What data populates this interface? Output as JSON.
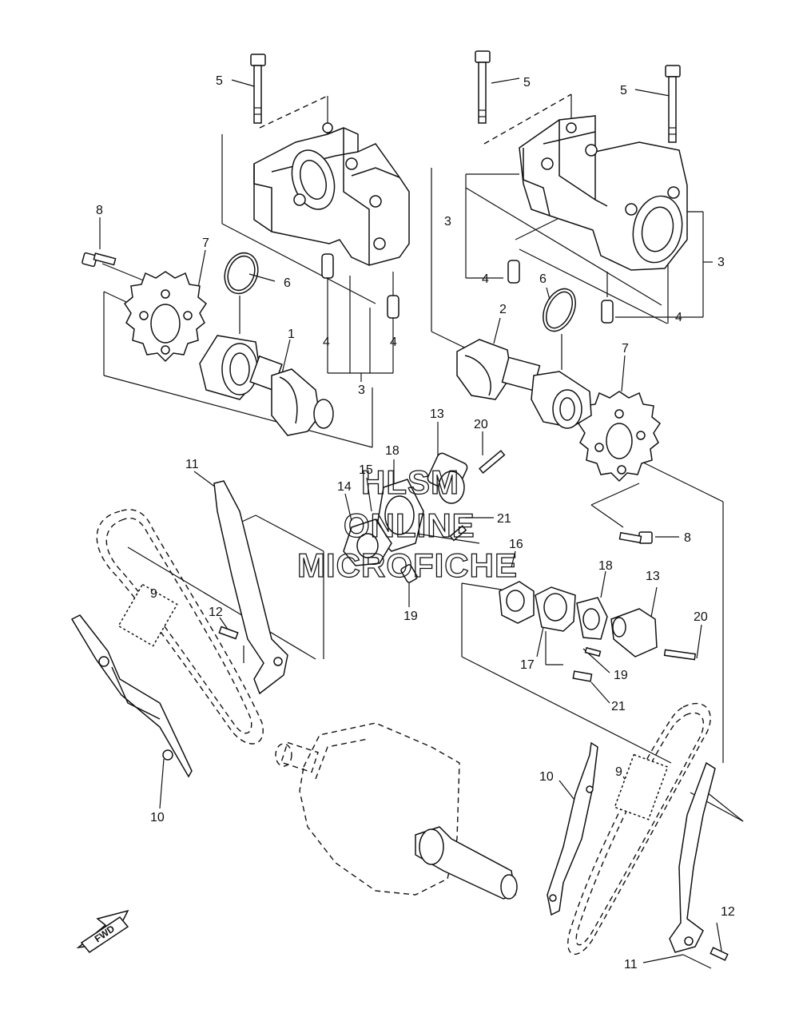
{
  "watermark": {
    "line1": "HLSM",
    "line2": "ONLINE",
    "line3": "MICROFICHE"
  },
  "direction_label": "FWD",
  "callouts": [
    {
      "name": "callout-5-left",
      "text": "5"
    },
    {
      "name": "callout-5-center",
      "text": "5"
    },
    {
      "name": "callout-5-right",
      "text": "5"
    },
    {
      "name": "callout-8-left",
      "text": "8"
    },
    {
      "name": "callout-7-left",
      "text": "7"
    },
    {
      "name": "callout-6-left",
      "text": "6"
    },
    {
      "name": "callout-1",
      "text": "1"
    },
    {
      "name": "callout-4-left-a",
      "text": "4"
    },
    {
      "name": "callout-4-left-b",
      "text": "4"
    },
    {
      "name": "callout-3-left",
      "text": "3"
    },
    {
      "name": "callout-3-right-a",
      "text": "3"
    },
    {
      "name": "callout-3-right-b",
      "text": "3"
    },
    {
      "name": "callout-4-right-a",
      "text": "4"
    },
    {
      "name": "callout-4-right-b",
      "text": "4"
    },
    {
      "name": "callout-6-right",
      "text": "6"
    },
    {
      "name": "callout-2",
      "text": "2"
    },
    {
      "name": "callout-7-right",
      "text": "7"
    },
    {
      "name": "callout-13-center",
      "text": "13"
    },
    {
      "name": "callout-20-center",
      "text": "20"
    },
    {
      "name": "callout-18-center",
      "text": "18"
    },
    {
      "name": "callout-15",
      "text": "15"
    },
    {
      "name": "callout-14",
      "text": "14"
    },
    {
      "name": "callout-21-center",
      "text": "21"
    },
    {
      "name": "callout-16",
      "text": "16"
    },
    {
      "name": "callout-19-center",
      "text": "19"
    },
    {
      "name": "callout-8-right",
      "text": "8"
    },
    {
      "name": "callout-11-left",
      "text": "11"
    },
    {
      "name": "callout-9-left",
      "text": "9"
    },
    {
      "name": "callout-12-left",
      "text": "12"
    },
    {
      "name": "callout-10-left",
      "text": "10"
    },
    {
      "name": "callout-18-right",
      "text": "18"
    },
    {
      "name": "callout-13-right",
      "text": "13"
    },
    {
      "name": "callout-20-right",
      "text": "20"
    },
    {
      "name": "callout-17",
      "text": "17"
    },
    {
      "name": "callout-19-right",
      "text": "19"
    },
    {
      "name": "callout-21-right",
      "text": "21"
    },
    {
      "name": "callout-10-right",
      "text": "10"
    },
    {
      "name": "callout-9-right",
      "text": "9"
    },
    {
      "name": "callout-12-right",
      "text": "12"
    },
    {
      "name": "callout-11-right",
      "text": "11"
    }
  ]
}
